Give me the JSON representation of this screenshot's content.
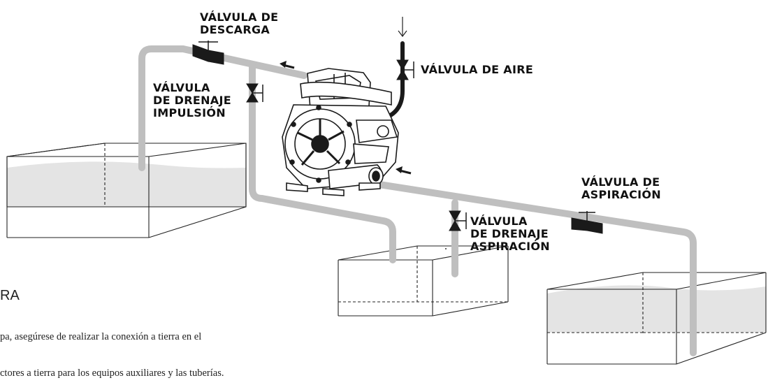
{
  "labels": {
    "discharge_valve": [
      "VÁLVULA DE",
      "DESCARGA"
    ],
    "air_valve": "VÁLVULA DE AIRE",
    "discharge_drain_valve": [
      "VÁLVULA",
      "DE DRENAJE",
      "IMPULSIÓN"
    ],
    "suction_valve": [
      "VÁLVULA DE",
      "ASPIRACIÓN"
    ],
    "suction_drain_valve": [
      "VÁLVULA",
      "DE DRENAJE",
      "ASPIRACIÓN"
    ]
  },
  "text": {
    "heading": "RA",
    "line1": "pa, asegúrese de realizar la conexión a tierra en el",
    "line2": "ctores a tierra para los equipos auxiliares y las tuberías."
  },
  "colors": {
    "pipe": "#bfbfbf",
    "valve": "#1a1a1a",
    "liquid": "#e4e4e4"
  }
}
